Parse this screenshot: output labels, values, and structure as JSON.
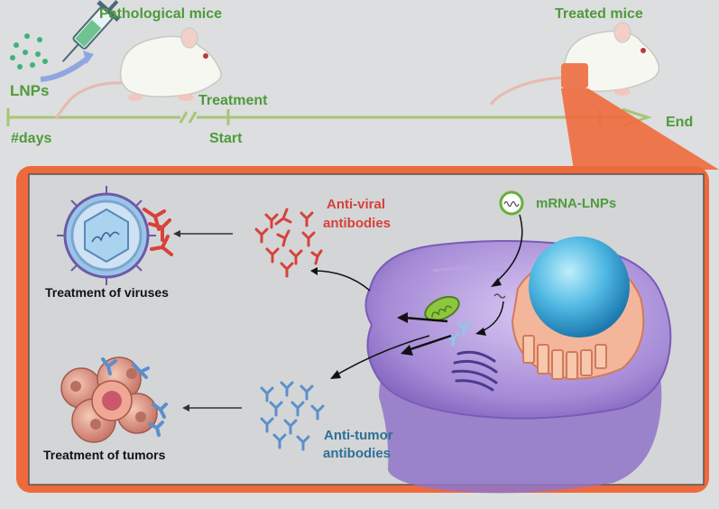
{
  "labels": {
    "pathological_mice": "Pathological mice",
    "treated_mice": "Treated mice",
    "lnps": "LNPs",
    "treatment": "Treatment",
    "start": "Start",
    "days": "#days",
    "end": "End",
    "anti_viral": "Anti-viral",
    "antibodies": "antibodies",
    "mrna_lnps": "mRNA-LNPs",
    "treatment_viruses": "Treatment of viruses",
    "treatment_tumors": "Treatment of tumors",
    "anti_tumor": "Anti-tumor"
  },
  "colors": {
    "background": "#dcdedf",
    "timeline": "#a9c476",
    "label_green": "#4f9a3a",
    "label_red": "#d8413a",
    "label_blue": "#2f6f95",
    "frame_orange": "#ee6a3c",
    "panel": "#d3d5d7"
  }
}
